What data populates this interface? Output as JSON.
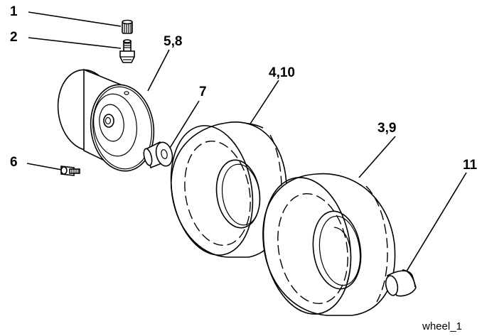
{
  "diagram": {
    "callouts": {
      "c1": "1",
      "c2": "2",
      "c58": "5,8",
      "c7": "7",
      "c410": "4,10",
      "c39": "3,9",
      "c6": "6",
      "c11": "11"
    },
    "caption": "wheel_1"
  }
}
